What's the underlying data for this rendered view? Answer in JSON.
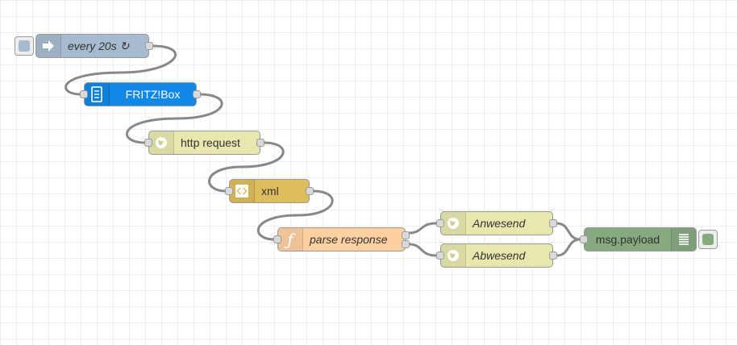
{
  "flow": {
    "nodes": {
      "inject": {
        "label": "every 20s ↻",
        "icon": "arrow-right-icon",
        "color": "#a6bbcf"
      },
      "fritzbox": {
        "label": "FRITZ!Box",
        "icon": "page-icon",
        "color": "#0f88e8"
      },
      "http_request": {
        "label": "http request",
        "icon": "globe-icon",
        "color": "#e7e7ae"
      },
      "xml": {
        "label": "xml",
        "icon": "code-brackets-icon",
        "color": "#debd5c"
      },
      "parse_response": {
        "label": "parse response",
        "icon": "function-icon",
        "color": "#fdd0a2"
      },
      "anwesend": {
        "label": "Anwesend",
        "icon": "globe-icon",
        "color": "#e7e7ae"
      },
      "abwesend": {
        "label": "Abwesend",
        "icon": "globe-icon",
        "color": "#e7e7ae"
      },
      "debug": {
        "label": "msg.payload",
        "icon": "list-icon",
        "color": "#87a980"
      }
    }
  }
}
